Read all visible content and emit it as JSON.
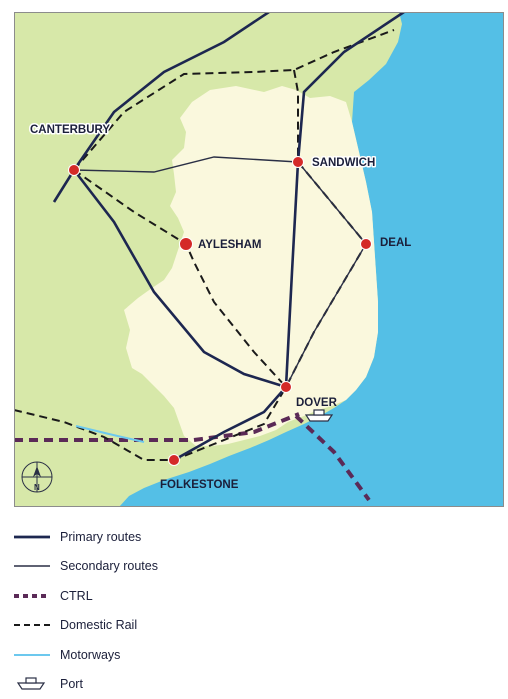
{
  "map": {
    "towns": [
      {
        "key": "canterbury",
        "label": "CANTERBURY"
      },
      {
        "key": "sandwich",
        "label": "SANDWICH"
      },
      {
        "key": "aylesham",
        "label": "AYLESHAM"
      },
      {
        "key": "deal",
        "label": "DEAL"
      },
      {
        "key": "dover",
        "label": "DOVER"
      },
      {
        "key": "folkestone",
        "label": "FOLKESTONE"
      }
    ],
    "north_arrow": {
      "label": "N"
    },
    "colors": {
      "sea": "#54bfe6",
      "land": "#d7e8a9",
      "district": "#faf8dd",
      "primary_route": "#1d2750",
      "secondary_route": "#2a2f45",
      "ctrl": "#5b2a57",
      "domestic_rail": "#1a1a1a",
      "motorway": "#6cc8ee",
      "town_marker": "#d42a28"
    }
  },
  "legend": {
    "items": [
      {
        "key": "primary",
        "label": "Primary routes"
      },
      {
        "key": "secondary",
        "label": "Secondary routes"
      },
      {
        "key": "ctrl",
        "label": "CTRL"
      },
      {
        "key": "rail",
        "label": "Domestic Rail"
      },
      {
        "key": "motorway",
        "label": "Motorways"
      },
      {
        "key": "port",
        "label": "Port"
      }
    ]
  }
}
